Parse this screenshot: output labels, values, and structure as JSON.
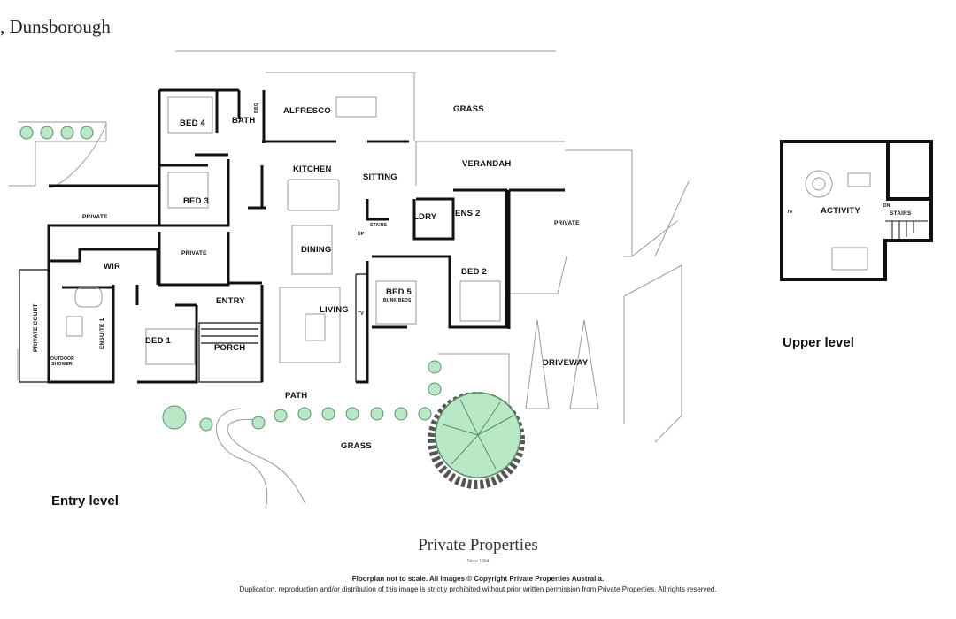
{
  "header": {
    "title": ", Dunsborough"
  },
  "rooms": {
    "bed4": "BED 4",
    "bath": "BATH",
    "bbq": "BBQ",
    "alfresco": "ALFRESCO",
    "grass_top": "GRASS",
    "kitchen": "KITCHEN",
    "sitting": "SITTING",
    "verandah": "VERANDAH",
    "bed3": "BED 3",
    "private_left": "PRIVATE",
    "private_mid": "PRIVATE",
    "private_right": "PRIVATE",
    "stairs": "STAIRS",
    "up": "UP",
    "ldry": "LDRY",
    "ens2": "ENS 2",
    "dining": "DINING",
    "wir": "WIR",
    "bed2": "BED 2",
    "bed5": "BED 5",
    "bunk_beds": "BUNK BEDS",
    "entry": "ENTRY",
    "living": "LIVING",
    "tv": "TV",
    "private_court": "PRIVATE COURT",
    "ensuite1": "ENSUITE 1",
    "outdoor_shower": "OUTDOOR SHOWER",
    "bed1": "BED 1",
    "porch": "PORCH",
    "driveway": "DRIVEWAY",
    "path": "PATH",
    "grass_bottom": "GRASS"
  },
  "upper": {
    "activity": "ACTIVITY",
    "tv": "TV",
    "dn": "DN",
    "stairs": "STAIRS"
  },
  "levels": {
    "entry": "Entry level",
    "upper": "Upper level"
  },
  "footer": {
    "brand": "Private Properties",
    "since": "Since 1994",
    "note1": "Floorplan not to scale. All images © Copyright Private Properties Australia.",
    "note2": "Duplication, reproduction and/or distribution of this image is strictly prohibited without prior written permission from Private Properties. All rights reserved."
  },
  "colors": {
    "wall": "#111111",
    "line": "#9a9a9a",
    "tree_fill": "#b8e8c6",
    "tree_stroke": "#5a8f6a"
  }
}
